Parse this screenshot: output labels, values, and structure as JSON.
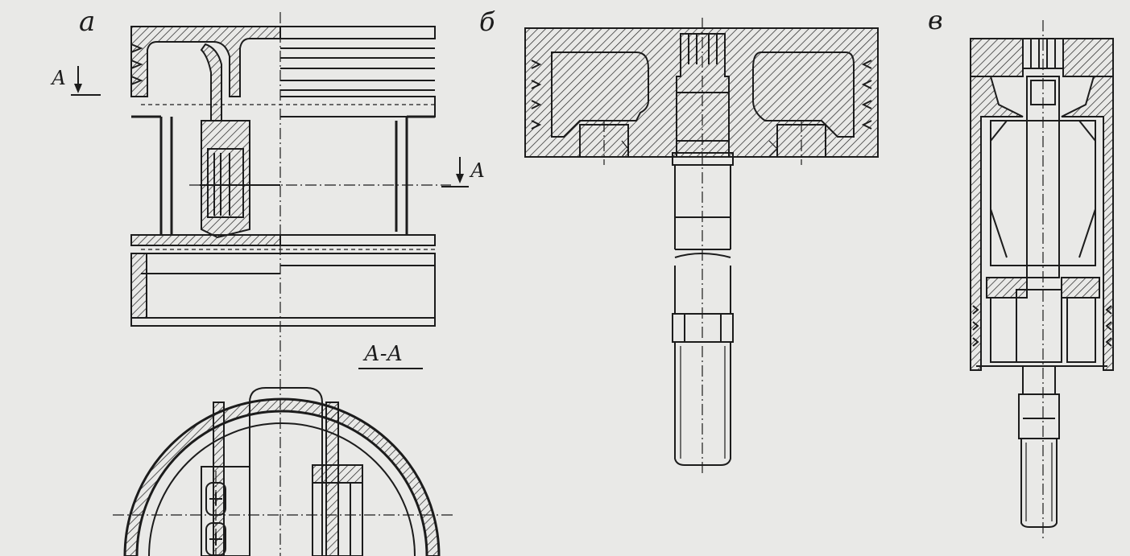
{
  "labels": {
    "view_a": "а",
    "view_b": "б",
    "view_v": "в",
    "section_mark_left": "А",
    "section_mark_right": "А",
    "section_title": "А-А"
  },
  "colors": {
    "paper": "#e9e9e7",
    "ink": "#1c1c1c"
  }
}
